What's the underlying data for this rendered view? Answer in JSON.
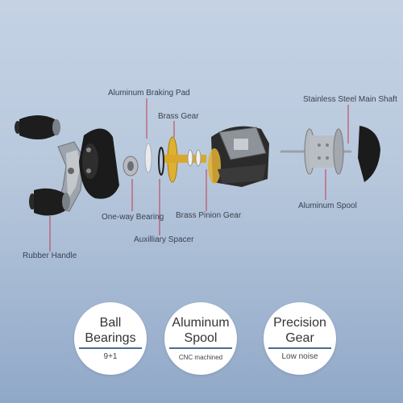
{
  "labels": {
    "aluminum_braking_pad": "Aluminum Braking Pad",
    "brass_gear": "Brass Gear",
    "stainless_shaft": "Stainless Steel Main Shaft",
    "one_way_bearing": "One-way Bearing",
    "brass_pinion_gear": "Brass Pinion Gear",
    "aluminum_spool": "Aluminum Spool",
    "auxiliary_spacer": "Auxilliary Spacer",
    "rubber_handle": "Rubber Handle"
  },
  "badges": [
    {
      "title_line1": "Ball",
      "title_line2": "Bearings",
      "sub": "9+1"
    },
    {
      "title_line1": "Aluminum",
      "title_line2": "Spool",
      "sub": "CNC machined"
    },
    {
      "title_line1": "Precision",
      "title_line2": "Gear",
      "sub": "Low noise"
    }
  ],
  "colors": {
    "leader_line": "#c0394b",
    "badge_rule": "#4f6b8e",
    "brass": "#e0b032",
    "knob": "#1f1f1f",
    "metal": "#9aa0a8"
  }
}
